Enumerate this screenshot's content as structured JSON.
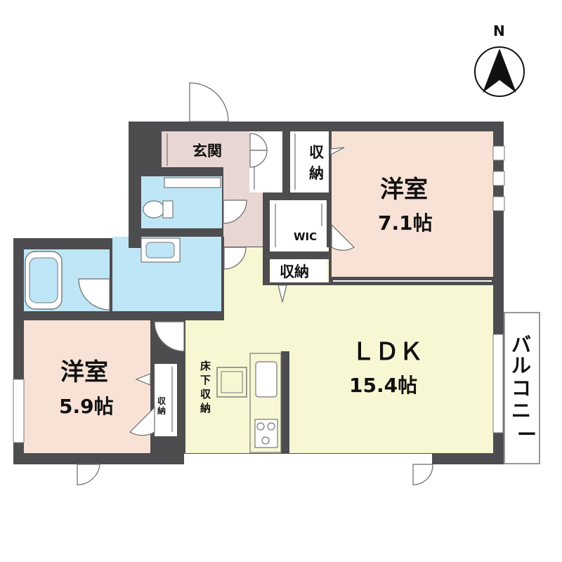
{
  "compass": {
    "label": "N"
  },
  "rooms": {
    "entrance": {
      "label": "玄関"
    },
    "storage_top": {
      "label_1": "収",
      "label_2": "納"
    },
    "bedroom_main": {
      "label": "洋室",
      "size": "7.1帖"
    },
    "wic": {
      "label": "WIC"
    },
    "storage_middle": {
      "label": "収納"
    },
    "ldk": {
      "label": "ＬＤＫ",
      "size": "15.4帖"
    },
    "bedroom_small": {
      "label": "洋室",
      "size": "5.9帖"
    },
    "underfloor": {
      "label_1": "床",
      "label_2": "下",
      "label_3": "収",
      "label_4": "納"
    },
    "storage_small": {
      "label_1": "収",
      "label_2": "納"
    },
    "balcony": {
      "label_1": "バ",
      "label_2": "ル",
      "label_3": "コ",
      "label_4": "ニ",
      "label_5": "ー"
    }
  },
  "colors": {
    "wall": "#4d4d4f",
    "bedroom": "#f8e2d6",
    "ldk": "#f7f7d4",
    "wet": "#bfe6f6",
    "hall": "#e7d6d2",
    "storage": "#ffffff"
  }
}
